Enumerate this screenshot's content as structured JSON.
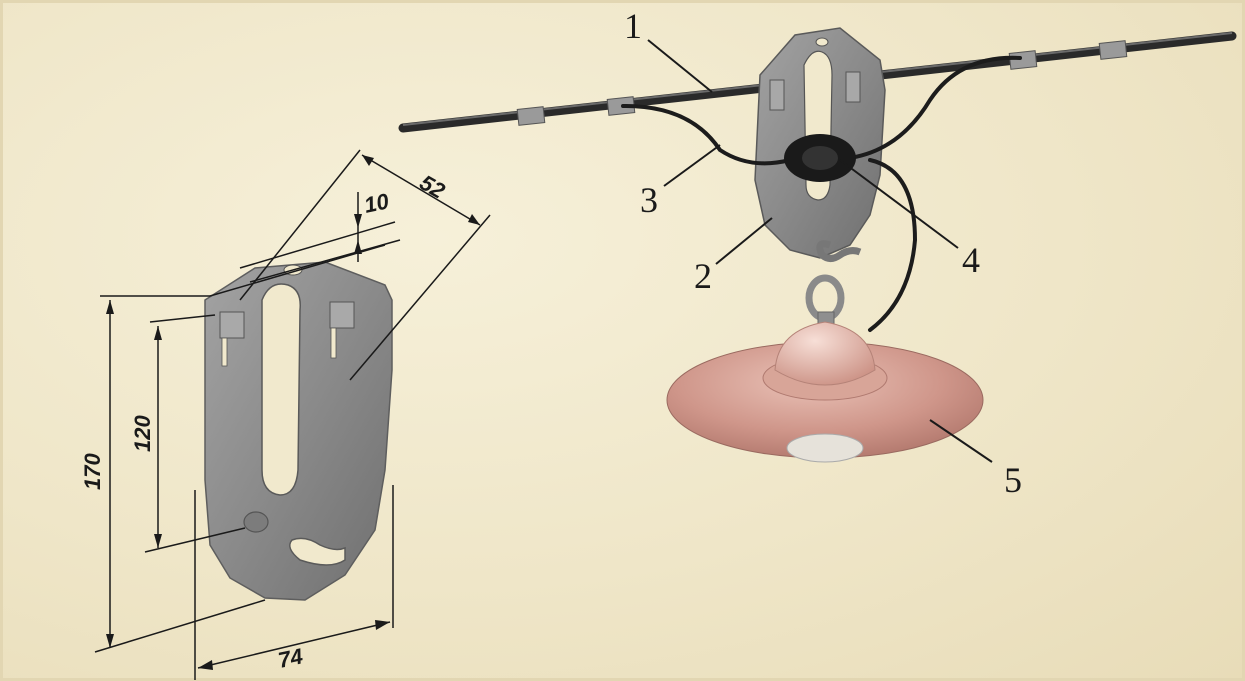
{
  "dimensions": {
    "width_top": "52",
    "offset_top": "10",
    "height_total": "170",
    "height_inner": "120",
    "width_bottom": "74"
  },
  "callouts": [
    "1",
    "2",
    "3",
    "4",
    "5"
  ],
  "colors": {
    "background": "#f2ead0",
    "plate": "#8a8a8a",
    "wire": "#1c1c1c",
    "shade": "#c98d80"
  }
}
